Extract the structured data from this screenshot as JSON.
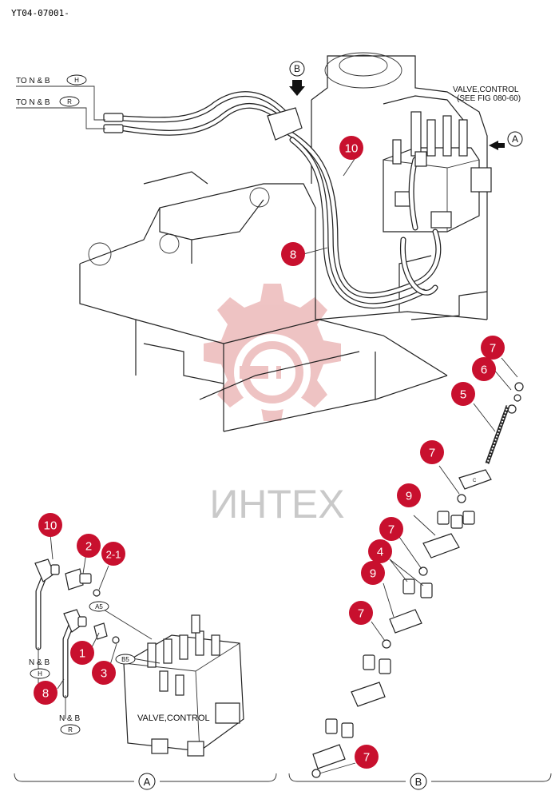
{
  "doc_code": "YT04-07001-",
  "watermark_text": "ИНТЕХ",
  "accent_color": "#c8102e",
  "labels": {
    "to_nb_h": "TO N & B",
    "to_nb_h_tag": "H",
    "to_nb_r": "TO N & B",
    "to_nb_r_tag": "R",
    "valve_control_top_1": "VALVE,CONTROL",
    "valve_control_top_2": "(SEE FIG 080-60)",
    "view_a": "A",
    "view_b": "B",
    "valve_control_detail": "VALVE,CONTROL",
    "nb_h": "N & B",
    "nb_h_tag": "H",
    "nb_r": "N & B",
    "nb_r_tag": "R",
    "port_a5": "A5",
    "port_b5": "B5",
    "section_a": "A",
    "section_b": "B"
  },
  "callouts": {
    "c10_top": "10",
    "c8_top": "8",
    "c7_a": "7",
    "c6": "6",
    "c5": "5",
    "c7_b": "7",
    "c9_a": "9",
    "c7_c": "7",
    "c4": "4",
    "c9_b": "9",
    "c7_d": "7",
    "c7_e": "7",
    "c10_detail": "10",
    "c2": "2",
    "c2_1": "2-1",
    "c1": "1",
    "c3": "3",
    "c8_detail": "8"
  }
}
